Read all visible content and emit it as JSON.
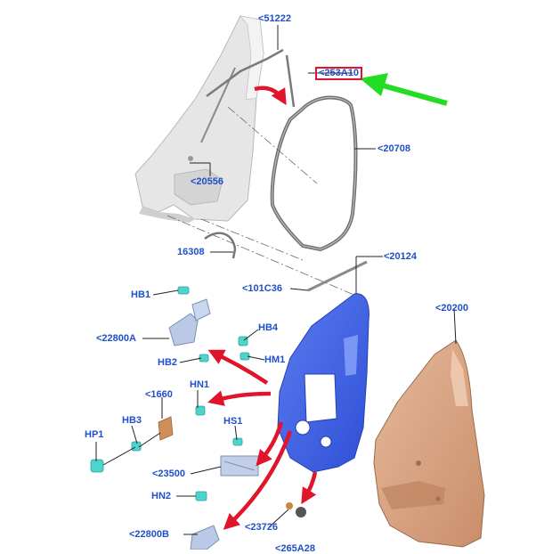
{
  "labels": {
    "l51222": "<51222",
    "l253A10": "<253A10",
    "l20708": "<20708",
    "l20556": "<20556",
    "l16308": "16308",
    "l20124": "<20124",
    "l101C36": "<101C36",
    "l20200": "<20200",
    "lHB1": "HB1",
    "l22800A": "<22800A",
    "lHB4": "HB4",
    "lHM1": "HM1",
    "lHB2": "HB2",
    "l1660": "<1660",
    "lHN1": "HN1",
    "lHB3": "HB3",
    "lHP1": "HP1",
    "lHS1": "HS1",
    "l23500": "<23500",
    "lHN2": "HN2",
    "l23726": "<23726",
    "l22800B": "<22800B",
    "l265A28": "<265A28"
  },
  "highlight": {
    "label": "<253A10",
    "box_color": "#e0142a",
    "arrow_color": "#22dd22"
  },
  "colors": {
    "label_text": "#1f4fc9",
    "callout_arrow": "#e0142a",
    "door_frame": "#3d63e6",
    "outer_panel": "#d8a482",
    "body_pillar": "#e4e4e4",
    "seal": "#7a7a7a",
    "fasteners": "#4fd3cc",
    "hinge": "#b9c9e6",
    "cable_guide": "#cf8f5a"
  }
}
